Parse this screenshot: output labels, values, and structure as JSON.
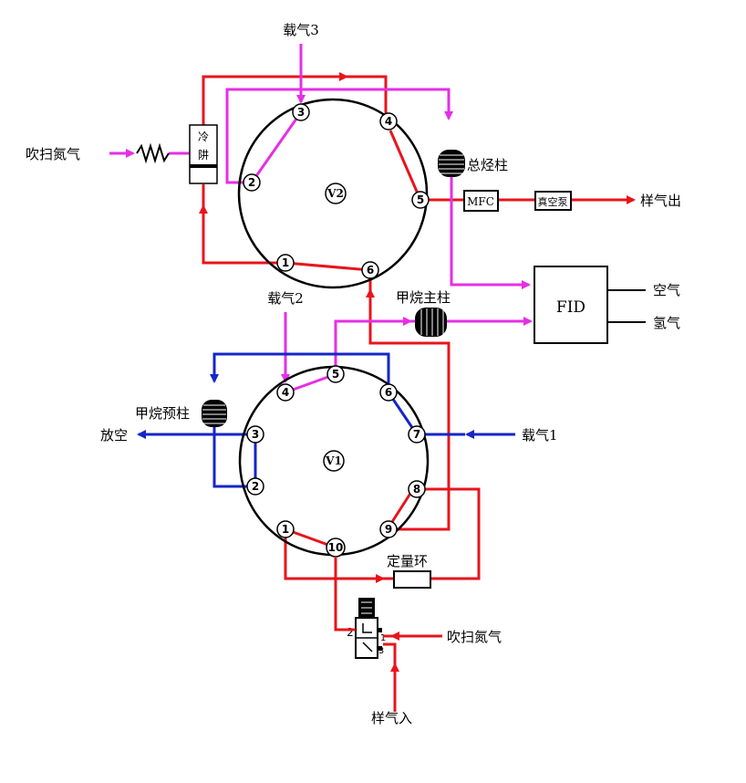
{
  "colors": {
    "red": "#e8141c",
    "magenta": "#e62ee6",
    "blue": "#1426c8",
    "black": "#000000"
  },
  "icons": [
    "coil-column-icon",
    "heater-zigzag-icon",
    "solenoid-valve-icon",
    "arrow-icon"
  ],
  "valve2": {
    "name": "V2",
    "ports": [
      "1",
      "2",
      "3",
      "4",
      "5",
      "6"
    ]
  },
  "valve1": {
    "name": "V1",
    "ports": [
      "1",
      "2",
      "3",
      "4",
      "5",
      "6",
      "7",
      "8",
      "9",
      "10"
    ]
  },
  "labels": {
    "carrier3": "载气3",
    "carrier2": "载气2",
    "carrier1": "载气1",
    "purge_n2_top": "吹扫氮气",
    "purge_n2_bottom": "吹扫氮气",
    "cold_trap_1": "冷",
    "cold_trap_2": "阱",
    "total_hc_column": "总烃柱",
    "mfc": "MFC",
    "vacuum_pump": "真空泵",
    "sample_out": "样气出",
    "fid": "FID",
    "air": "空气",
    "hydrogen": "氢气",
    "methane_main_column": "甲烷主柱",
    "methane_pre_column": "甲烷预柱",
    "vent": "放空",
    "quant_loop": "定量环",
    "sample_in": "样气入",
    "sv_port_2": "2",
    "sv_port_1": "1",
    "sv_port_3": "3"
  }
}
